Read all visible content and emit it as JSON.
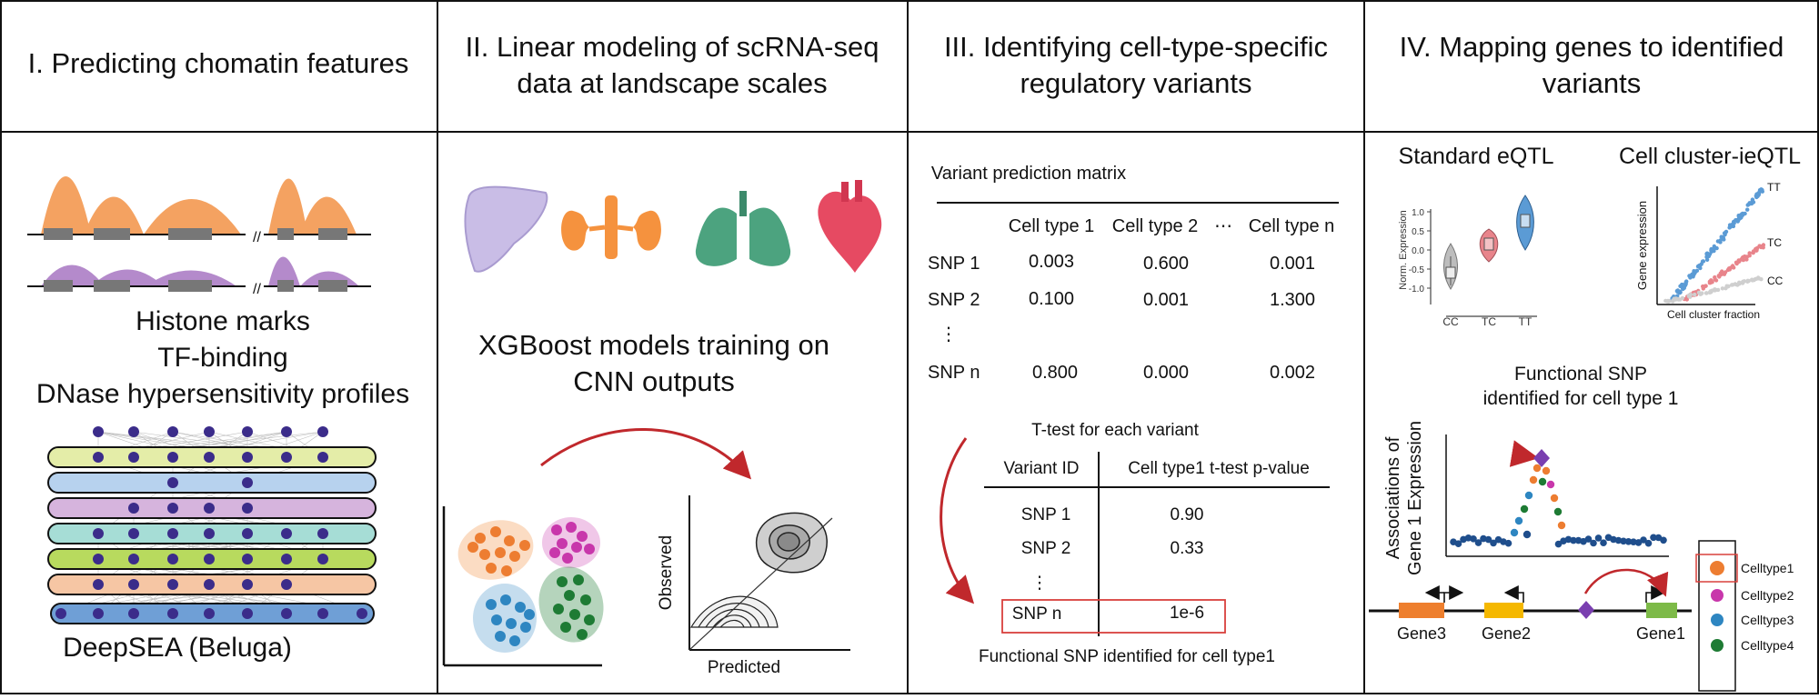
{
  "colors": {
    "orange": "#F4A261",
    "purple": "#B48ACB",
    "red": "#C0282C",
    "gene_orange": "#EE7F2E",
    "gene_yellow": "#F5B800",
    "gene_green": "#7DBA48",
    "celltype1": "#ED7D31",
    "celltype2": "#C837AB",
    "celltype3": "#2E86C1",
    "celltype4": "#1E7B34",
    "node": "#3B2C8A",
    "violin_gray": "#BDBDBD",
    "violin_pink": "#E8848B",
    "violin_blue": "#5B9BD5"
  },
  "panel1": {
    "title": "I. Predicting chomatin features",
    "features": [
      "Histone marks",
      "TF-binding",
      "DNase hypersensitivity profiles"
    ],
    "model_label": "DeepSEA (Beluga)"
  },
  "panel2": {
    "title_line1": "II. Linear modeling of scRNA-seq",
    "title_line2": "data at landscape scales",
    "model_line1": "XGBoost models training on",
    "model_line2": "CNN outputs",
    "organs": [
      "liver-icon",
      "kidney-icon",
      "lung-icon",
      "heart-icon"
    ],
    "x_label": "Predicted",
    "y_label": "Observed"
  },
  "panel3": {
    "title_line1": "III. Identifying cell-type-specific",
    "title_line2": "regulatory variants",
    "matrix_title": "Variant prediction matrix",
    "matrix_headers": [
      "Cell type 1",
      "Cell type 2",
      "⋯",
      "Cell type n"
    ],
    "matrix_rows": [
      {
        "label": "SNP 1",
        "values": [
          "0.003",
          "0.600",
          "0.001"
        ]
      },
      {
        "label": "SNP 2",
        "values": [
          "0.100",
          "0.001",
          "1.300"
        ]
      },
      {
        "label": "⋮",
        "values": [
          "",
          "",
          ""
        ]
      },
      {
        "label": "SNP n",
        "values": [
          "0.800",
          "0.000",
          "0.002"
        ]
      }
    ],
    "ttest_title": "T-test for each variant",
    "ttest_headers": [
      "Variant ID",
      "Cell type1 t-test p-value"
    ],
    "ttest_rows": [
      {
        "id": "SNP 1",
        "p": "0.90"
      },
      {
        "id": "SNP 2",
        "p": "0.33"
      },
      {
        "id": "⋮",
        "p": ""
      },
      {
        "id": "SNP n",
        "p": "1e-6"
      }
    ],
    "footer": "Functional SNP identified for cell type1"
  },
  "panel4": {
    "title_line1": "IV. Mapping genes to identified",
    "title_line2": "variants",
    "eqtl_title": "Standard eQTL",
    "ieqtl_title": "Cell cluster-ieQTL",
    "violin_ylabel": "Norm. Expression",
    "violin_yticks": [
      "1.0",
      "0.5",
      "0.0",
      "-0.5",
      "-1.0"
    ],
    "violin_groups": [
      "CC",
      "TC",
      "TT"
    ],
    "scatter_ylabel": "Gene expression",
    "scatter_xlabel": "Cell cluster fraction",
    "scatter_series": [
      "TT",
      "TC",
      "CC"
    ],
    "functional_line1": "Functional SNP",
    "functional_line2": "identified for cell type 1",
    "assoc_line1": "Associations of",
    "assoc_line2": "Gene 1 Expression",
    "genes": [
      "Gene3",
      "Gene2",
      "Gene1"
    ],
    "legend": [
      "Celltype1",
      "Celltype2",
      "Celltype3",
      "Celltype4"
    ]
  }
}
